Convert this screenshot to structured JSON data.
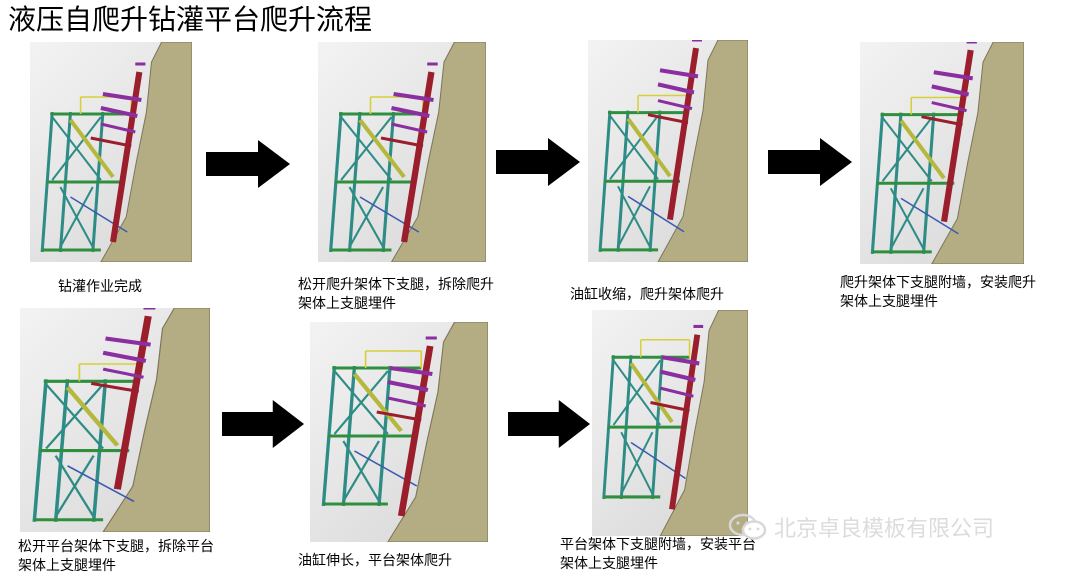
{
  "title": "液压自爬升钻灌平台爬升流程",
  "steps": [
    {
      "caption_lines": [
        "钻灌作业完成"
      ]
    },
    {
      "caption_lines": [
        "松开爬升架体下支腿，拆除爬升",
        "架体上支腿埋件"
      ]
    },
    {
      "caption_lines": [
        "油缸收缩，爬升架体爬升"
      ]
    },
    {
      "caption_lines": [
        "爬升架体下支腿附墙，安装爬升",
        "架体上支腿埋件"
      ]
    },
    {
      "caption_lines": [
        "松开平台架体下支腿，拆除平台",
        "架体上支腿埋件"
      ]
    },
    {
      "caption_lines": [
        "油缸伸长，平台架体爬升"
      ]
    },
    {
      "caption_lines": [
        "平台架体下支腿附墙，安装平台",
        "架体上支腿埋件"
      ]
    }
  ],
  "watermark": {
    "text": "北京卓良模板有限公司",
    "icon": "wechat-icon"
  },
  "colors": {
    "rock": "#b4ad84",
    "rock_edge": "#7d7658",
    "frame_teal": "#2e8c86",
    "beam_green": "#2f8f3f",
    "mast_red": "#9b1e2c",
    "jack_purple": "#8a2ea0",
    "yellow_bar": "#d7cf39",
    "diag_olive": "#b5b83c",
    "arrow": "#000000"
  }
}
